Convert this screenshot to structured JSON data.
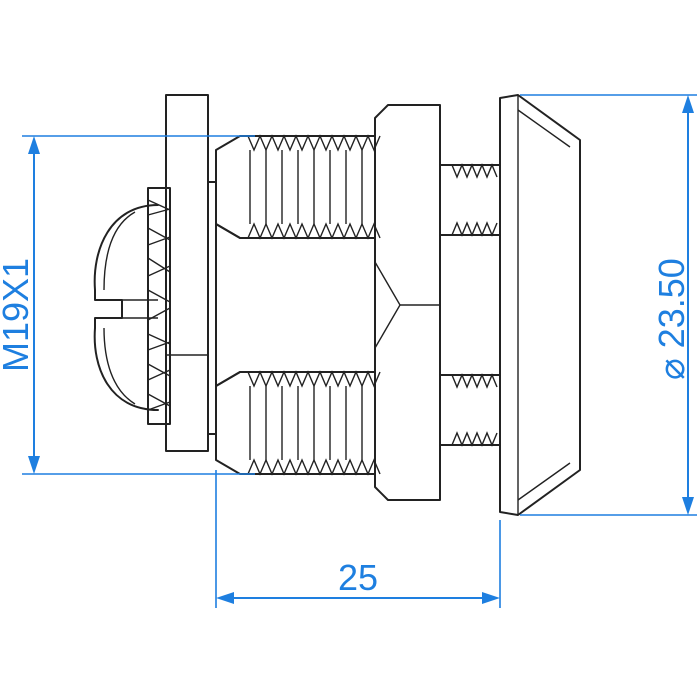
{
  "drawing": {
    "thread_label": "M19X1",
    "diameter_label": "⌀ 23.50",
    "length_label": "25"
  },
  "colors": {
    "dimension": "#1e7fe0",
    "outline": "#222222",
    "background": "#ffffff"
  }
}
